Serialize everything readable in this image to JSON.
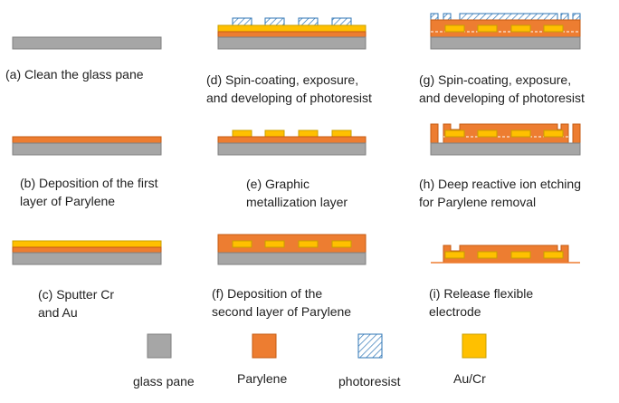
{
  "steps": [
    {
      "id": "a",
      "lines": [
        "(a) Clean the glass pane"
      ]
    },
    {
      "id": "b",
      "lines": [
        "(b) Deposition of the first",
        "layer of Parylene"
      ]
    },
    {
      "id": "c",
      "lines": [
        "(c) Sputter Cr",
        "and Au"
      ]
    },
    {
      "id": "d",
      "lines": [
        "(d) Spin-coating, exposure,",
        "and developing of photoresist"
      ]
    },
    {
      "id": "e",
      "lines": [
        "(e) Graphic",
        "metallization layer"
      ]
    },
    {
      "id": "f",
      "lines": [
        "(f) Deposition of the",
        "second layer of Parylene"
      ]
    },
    {
      "id": "g",
      "lines": [
        "(g) Spin-coating, exposure,",
        "and developing of photoresist"
      ]
    },
    {
      "id": "h",
      "lines": [
        "(h) Deep reactive ion etching",
        "for Parylene removal"
      ]
    },
    {
      "id": "i",
      "lines": [
        "(i) Release flexible",
        "electrode"
      ]
    }
  ],
  "legend": [
    {
      "key": "glass",
      "label": "glass pane"
    },
    {
      "key": "parylene",
      "label": "Parylene"
    },
    {
      "key": "photoresist",
      "label": "photoresist"
    },
    {
      "key": "au",
      "label": "Au/Cr"
    }
  ],
  "colors": {
    "glass": "#a6a6a6",
    "parylene": "#ed7d31",
    "au": "#ffc000",
    "photoresist": "#2e75b6"
  }
}
